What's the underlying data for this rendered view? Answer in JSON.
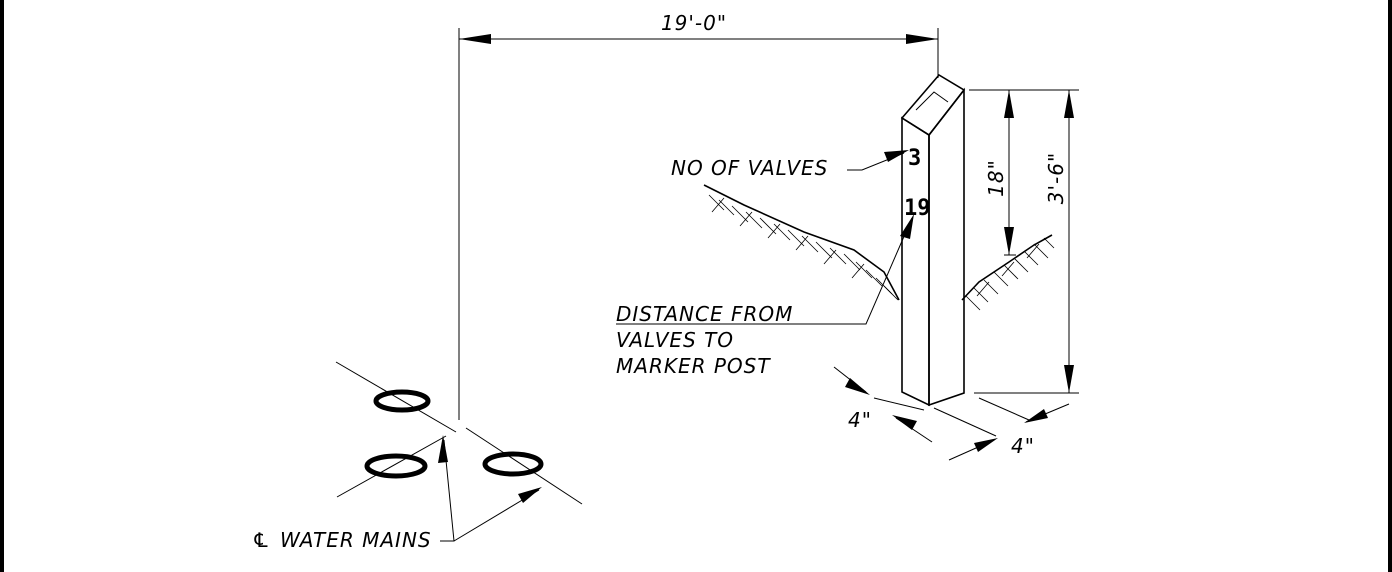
{
  "labels": {
    "overall_distance": "19'-0\"",
    "no_of_valves": "NO OF VALVES",
    "valve_count": "3",
    "distance_value": "19",
    "distance_from_line1": "DISTANCE FROM",
    "distance_from_line2": "VALVES TO",
    "distance_from_line3": "MARKER POST",
    "exposed_height": "18\"",
    "total_height": "3'-6\"",
    "width_front": "4\"",
    "width_side": "4\"",
    "centerline_symbol": "℄",
    "water_mains": "WATER MAINS"
  }
}
